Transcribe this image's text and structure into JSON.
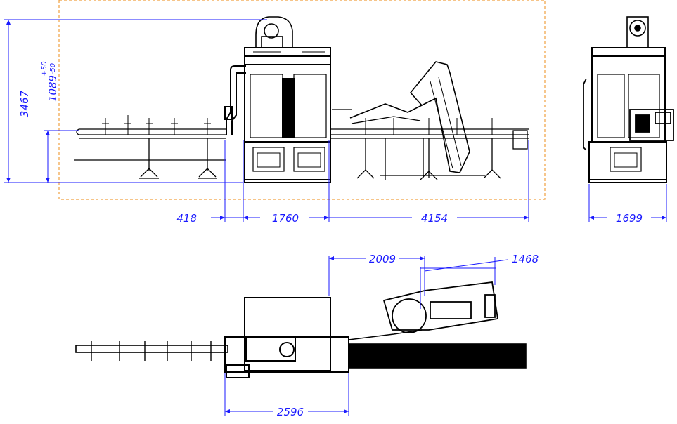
{
  "dimensions": {
    "height_total": "3467",
    "conveyor_height": "1089",
    "tol_plus": "+50",
    "tol_minus": "-50",
    "left_extension": "418",
    "housing_width": "1760",
    "right_section": "4154",
    "side_width": "1699",
    "top_offset": "2009",
    "elevator_length": "1468",
    "top_span": "2596"
  },
  "colors": {
    "dimension": "#1a1aff",
    "outline": "#000000",
    "frame_dashed": "#f0a040"
  },
  "views": [
    "front-elevation",
    "side-elevation",
    "top-plan"
  ]
}
